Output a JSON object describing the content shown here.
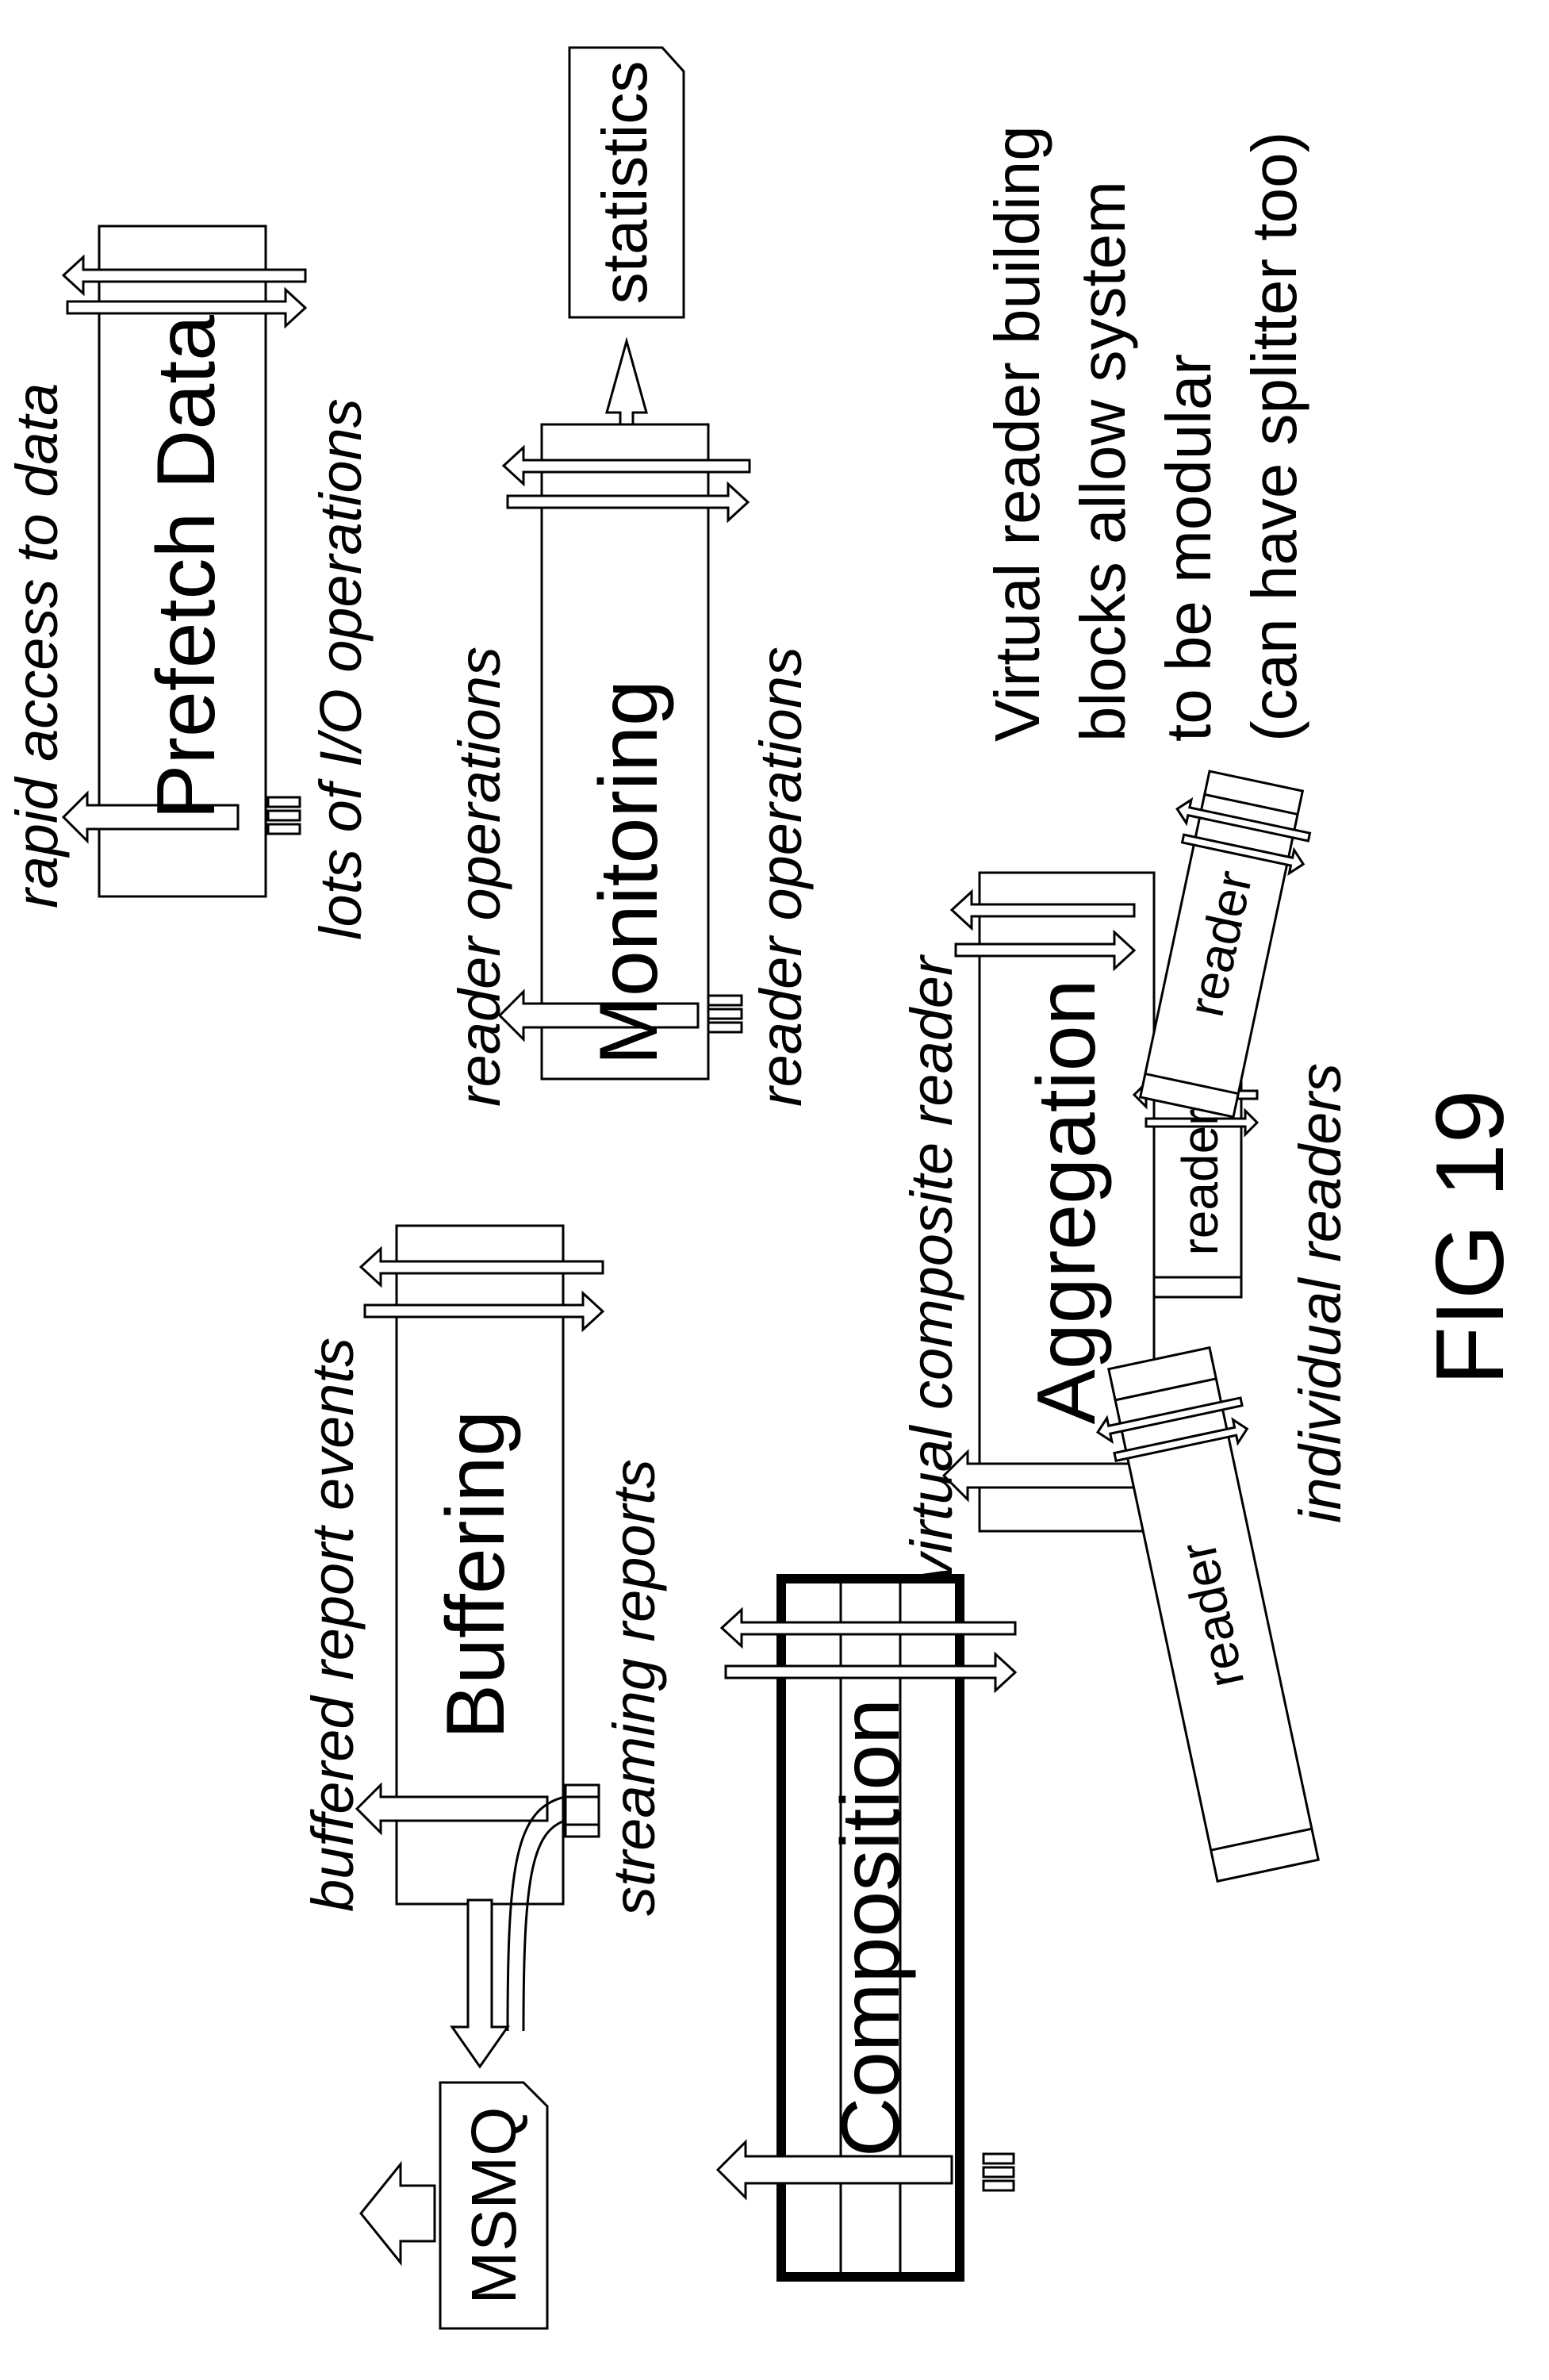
{
  "blocks": {
    "prefetch": "Prefetch Data",
    "monitoring": "Monitoring",
    "statistics": "statistics",
    "buffering": "Buffering",
    "aggregation": "Aggregation",
    "composition": "Composition",
    "msmq": "MSMQ",
    "reader": "reader"
  },
  "annotations": {
    "rapid_access": "rapid access to data",
    "io_ops": "lots of I/O operations",
    "reader_ops_1": "reader operations",
    "reader_ops_2": "reader operations",
    "buffered_events": "buffered report events",
    "streaming_reports": "streaming reports",
    "virtual_composite": "virtual composite reader",
    "individual_readers": "individual readers"
  },
  "note": {
    "line1": "Virtual reader building",
    "line2": "blocks allow system",
    "line3": "to be modular",
    "line4": "(can have splitter too)"
  },
  "figure_label": "FIG 19"
}
